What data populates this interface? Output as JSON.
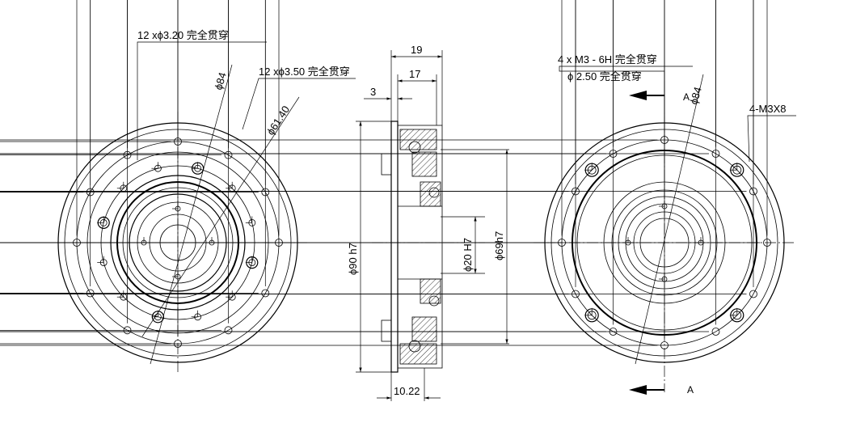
{
  "front_view": {
    "callout_holes_320": "12 xϕ3.20 完全贯穿",
    "callout_holes_350": "12 xϕ3.50 完全贯穿",
    "dia_84": "ϕ84",
    "dia_61_40": "ϕ61.40"
  },
  "side_view": {
    "dim_19": "19",
    "dim_17": "17",
    "dim_3": "3",
    "dim_90h7": "ϕ90 h7",
    "dim_20h7": "ϕ20 H7",
    "dim_69h7": "ϕ69h7",
    "dim_10_22": "10.22"
  },
  "rear_view": {
    "callout_m3_line1": "4 x  M3 - 6H 完全贯穿",
    "callout_m3_line2": "ϕ 2.50 完全贯穿",
    "dia_84": "ϕ84",
    "callout_m3x8": "4-M3X8",
    "section_label_top": "A",
    "section_label_bottom": "A"
  }
}
